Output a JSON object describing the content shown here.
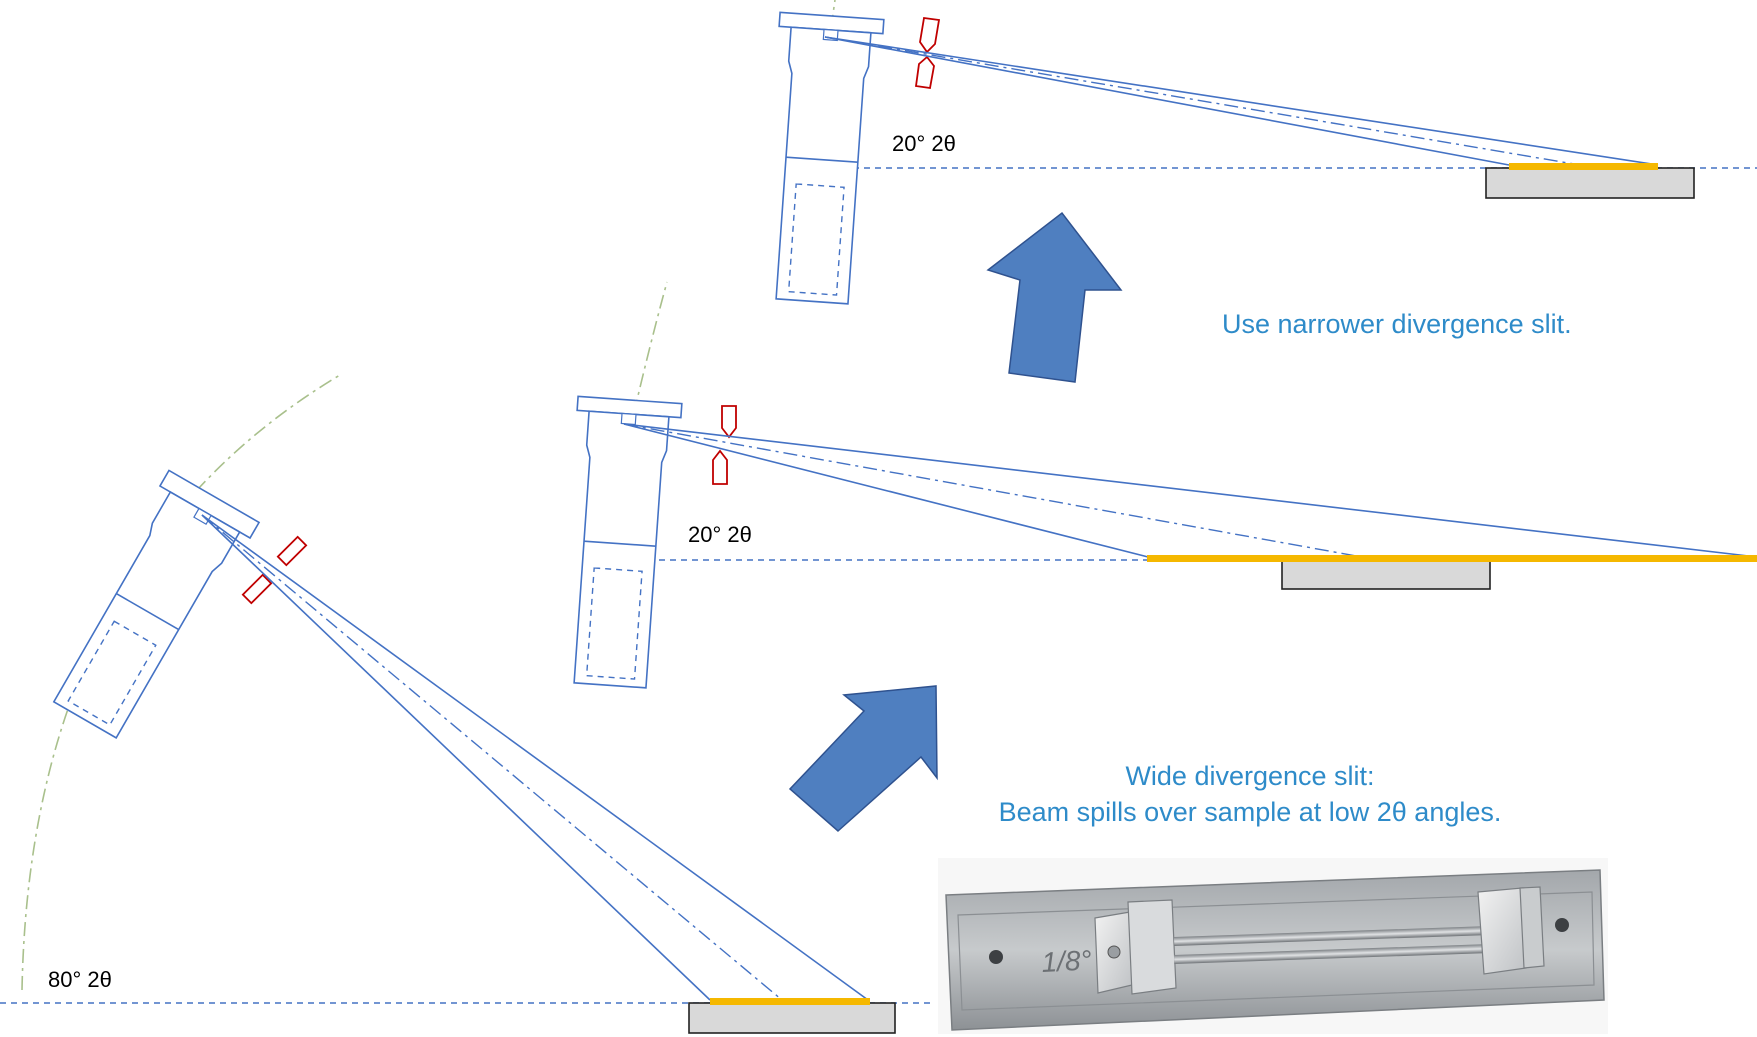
{
  "angles": {
    "top": "20° 2θ",
    "middle": "20° 2θ",
    "bottom": "80° 2θ"
  },
  "captions": {
    "narrow": "Use narrower divergence slit.",
    "wide_line1": "Wide divergence slit:",
    "wide_line2": "Beam spills over sample at low 2θ angles."
  },
  "photo": {
    "slit_marking": "1/8°"
  },
  "colors": {
    "diagram_line": "#4472c4",
    "irradiated_area": "#f5b800",
    "slit_outline": "#c00000",
    "goniometer_circle": "#a9c08c",
    "arrow_fill": "#4f7fc0",
    "caption_text": "#2e8bc9",
    "sample_holder": "#d9d9d9"
  }
}
